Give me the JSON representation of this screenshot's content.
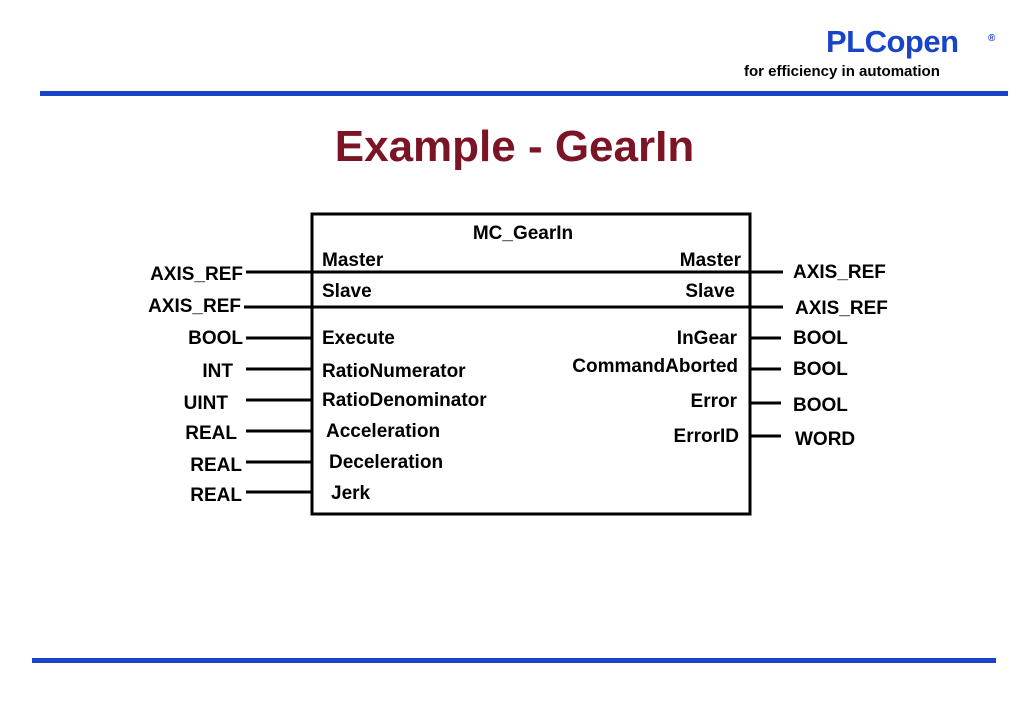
{
  "logo": {
    "brand": "PLCopen",
    "registered": "®",
    "tagline": "for efficiency in automation"
  },
  "slide": {
    "title": "Example - GearIn"
  },
  "block": {
    "name": "MC_GearIn",
    "left_pins": [
      {
        "type": "AXIS_REF",
        "name": "Master"
      },
      {
        "type": "AXIS_REF",
        "name": "Slave"
      },
      {
        "type": "BOOL",
        "name": "Execute"
      },
      {
        "type": "INT",
        "name": "RatioNumerator"
      },
      {
        "type": "UINT",
        "name": "RatioDenominator"
      },
      {
        "type": "REAL",
        "name": "Acceleration"
      },
      {
        "type": "REAL",
        "name": "Deceleration"
      },
      {
        "type": "REAL",
        "name": "Jerk"
      }
    ],
    "right_pins": [
      {
        "type": "AXIS_REF",
        "name": "Master"
      },
      {
        "type": "AXIS_REF",
        "name": "Slave"
      },
      {
        "type": "BOOL",
        "name": "InGear"
      },
      {
        "type": "BOOL",
        "name": "CommandAborted"
      },
      {
        "type": "BOOL",
        "name": "Error"
      },
      {
        "type": "WORD",
        "name": "ErrorID"
      }
    ]
  }
}
